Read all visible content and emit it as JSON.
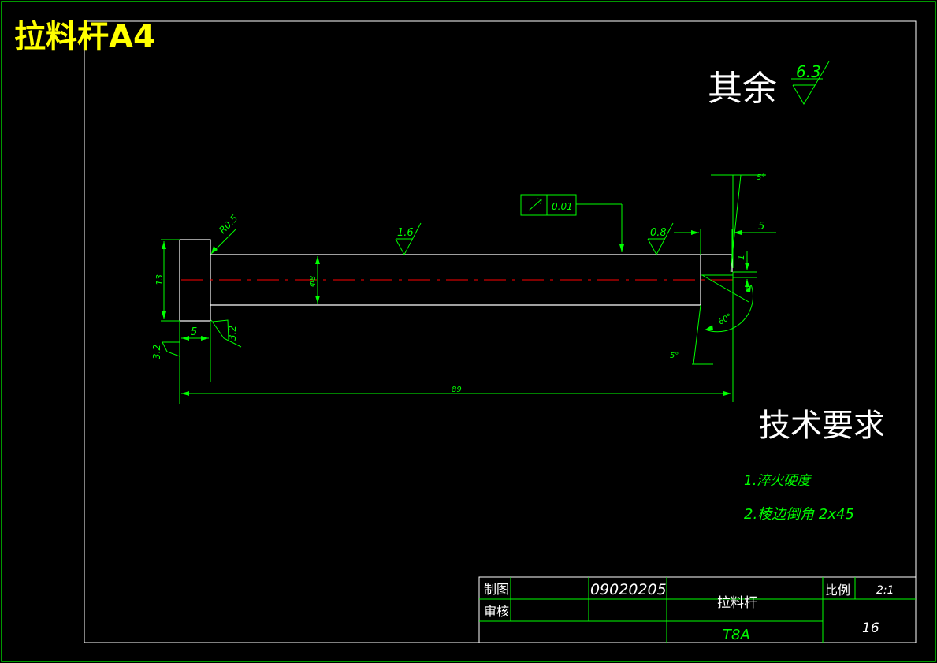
{
  "title": "拉料杆A4",
  "roughness_other": {
    "label": "其余",
    "value": "6.3"
  },
  "dimensions": {
    "radius": "R0.5",
    "roughness_top": "1.6",
    "roughness_right": "0.8",
    "head_height": "13",
    "shaft_diameter": "Φ8",
    "head_width": "5",
    "roughness_left": "3.2",
    "roughness_head": "3.2",
    "total_length": "89",
    "tip_length": "5",
    "tip_offset": "1",
    "angle_top": "5°",
    "angle_bottom": "5°",
    "angle_tip": "60°",
    "runout": "0.01"
  },
  "tech_requirements": {
    "heading": "技术要求",
    "items": [
      "1.淬火硬度",
      "2.棱边倒角 2x45"
    ]
  },
  "title_block": {
    "drawn_label": "制图",
    "drawn_value": "09020205",
    "checked_label": "审核",
    "part_name": "拉料杆",
    "material": "T8A",
    "scale_label": "比例",
    "scale_value": "2:1",
    "sheet_no": "16"
  },
  "colors": {
    "border_green": "#00cc00",
    "line_white": "#ffffff",
    "dim_green": "#00ff00",
    "center_red": "#ff0000",
    "title_yellow": "#ffff00"
  }
}
